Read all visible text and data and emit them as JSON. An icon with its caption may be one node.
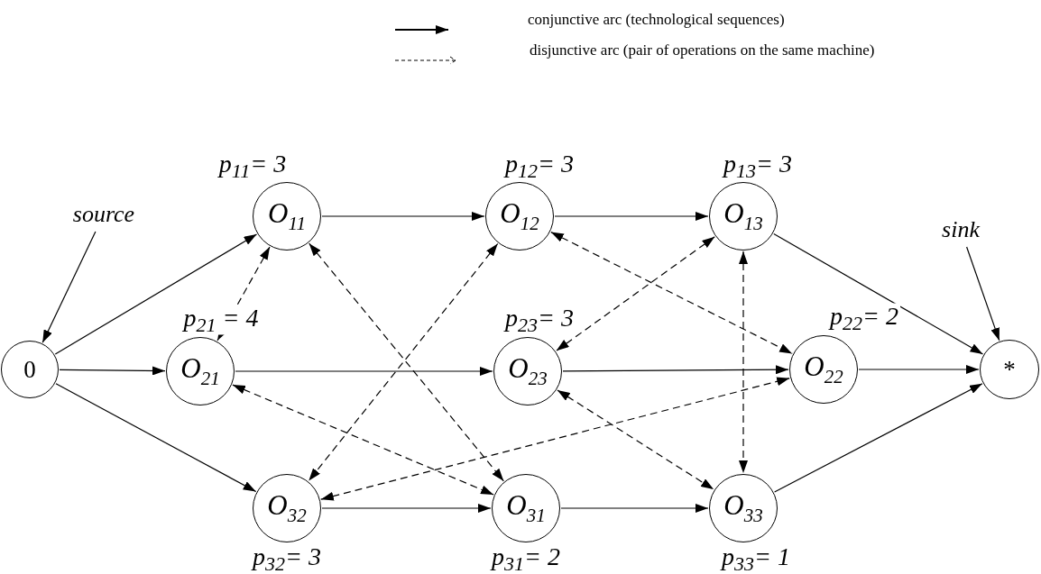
{
  "diagram": {
    "nodes": [
      {
        "text": [
          "0"
        ]
      },
      {
        "text": [
          "O$_{11}$"
        ],
        "beside": [
          "p$_{11}$= 3"
        ]
      },
      {
        "text": [
          "O$_{12}$"
        ],
        "beside": [
          "p$_{12}$= 3"
        ]
      },
      {
        "text": [
          "O$_{13}$"
        ],
        "beside": [
          "p$_{13}$= 3"
        ]
      },
      {
        "text": [
          "O$_{21}$"
        ],
        "beside": [
          "p$_{21}$ = 4"
        ]
      },
      {
        "text": [
          "O$_{23}$"
        ],
        "beside": [
          "p$_{23}$= 3"
        ]
      },
      {
        "text": [
          "O$_{22}$"
        ],
        "beside": [
          "p$_{22}$= 2"
        ]
      },
      {
        "text": [
          "*"
        ]
      },
      {
        "text": [
          "O$_{32}$"
        ],
        "beside": [
          "p$_{32}$= 3"
        ]
      },
      {
        "text": [
          "O$_{31}$"
        ],
        "beside": [
          "p$_{31}$= 2"
        ]
      },
      {
        "text": [
          "O$_{33}$"
        ],
        "beside": [
          "p$_{33}$= 1"
        ]
      },
      {
        "text": [
          "source"
        ]
      },
      {
        "text": [
          "sink"
        ]
      }
    ],
    "edges": [
      {
        "from": 0,
        "to": 1,
        "arrow": "to"
      },
      {
        "from": 0,
        "to": 4,
        "arrow": "to"
      },
      {
        "from": 0,
        "to": 8,
        "arrow": "to"
      },
      {
        "from": 1,
        "to": 2,
        "arrow": "to"
      },
      {
        "from": 2,
        "to": 3,
        "arrow": "to"
      },
      {
        "from": 4,
        "to": 5,
        "arrow": "to"
      },
      {
        "from": 5,
        "to": 6,
        "arrow": "to"
      },
      {
        "from": 8,
        "to": 9,
        "arrow": "to"
      },
      {
        "from": 9,
        "to": 10,
        "arrow": "to"
      },
      {
        "from": 3,
        "to": 7,
        "arrow": "to"
      },
      {
        "from": 6,
        "to": 7,
        "arrow": "to"
      },
      {
        "from": 10,
        "to": 7,
        "arrow": "to"
      },
      {
        "from": 11,
        "to": 0,
        "arrow": "to"
      },
      {
        "from": 12,
        "to": 7,
        "arrow": "to"
      },
      {
        "from": 1,
        "to": 4,
        "arrow": "both",
        "style": "dashed"
      },
      {
        "from": 1,
        "to": 9,
        "arrow": "both",
        "style": "dashed"
      },
      {
        "from": 2,
        "to": 8,
        "arrow": "both",
        "style": "dashed"
      },
      {
        "from": 2,
        "to": 6,
        "arrow": "both",
        "style": "dashed"
      },
      {
        "from": 3,
        "to": 5,
        "arrow": "both",
        "style": "dashed"
      },
      {
        "from": 3,
        "to": 10,
        "arrow": "both",
        "style": "dashed"
      },
      {
        "from": 4,
        "to": 9,
        "arrow": "both",
        "style": "dashed"
      },
      {
        "from": 5,
        "to": 10,
        "arrow": "both",
        "style": "dashed"
      },
      {
        "from": 8,
        "to": 6,
        "arrow": "both",
        "style": "dashed"
      }
    ],
    "legend": [
      {
        "text": "conjunctive arc (technological sequences)"
      },
      {
        "text": "disjunctive arc (pair of operations on the same machine)"
      }
    ]
  }
}
